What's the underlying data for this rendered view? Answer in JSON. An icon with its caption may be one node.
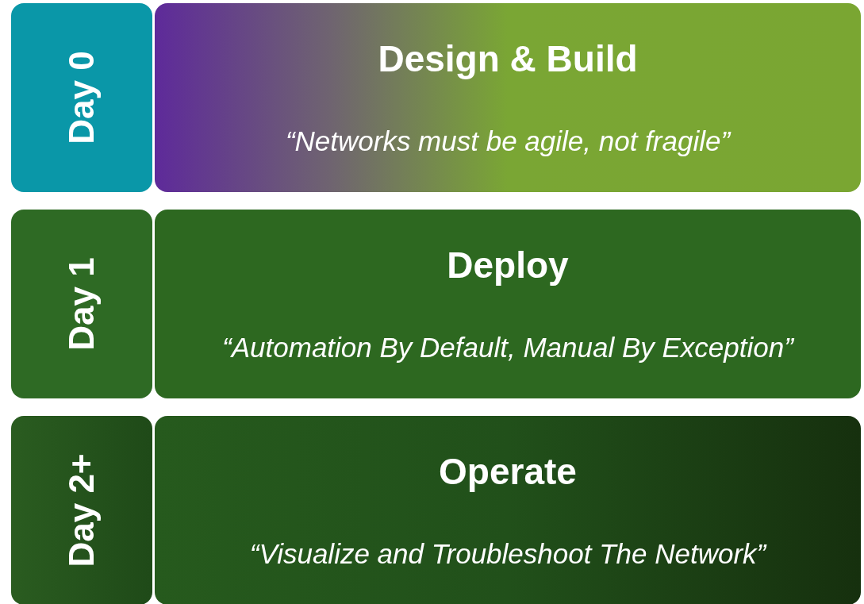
{
  "diagram": {
    "nodes": [
      {
        "text": [
          "Day 0"
        ]
      },
      {
        "text": [
          "Design & Build",
          "“Networks must be agile, not fragile”"
        ]
      },
      {
        "text": [
          "Day 1"
        ]
      },
      {
        "text": [
          "Deploy",
          "“Automation By Default, Manual By Exception”"
        ]
      },
      {
        "text": [
          "Day 2+"
        ]
      },
      {
        "text": [
          "Operate",
          "“Visualize and Troubleshoot The Network”"
        ]
      }
    ]
  }
}
